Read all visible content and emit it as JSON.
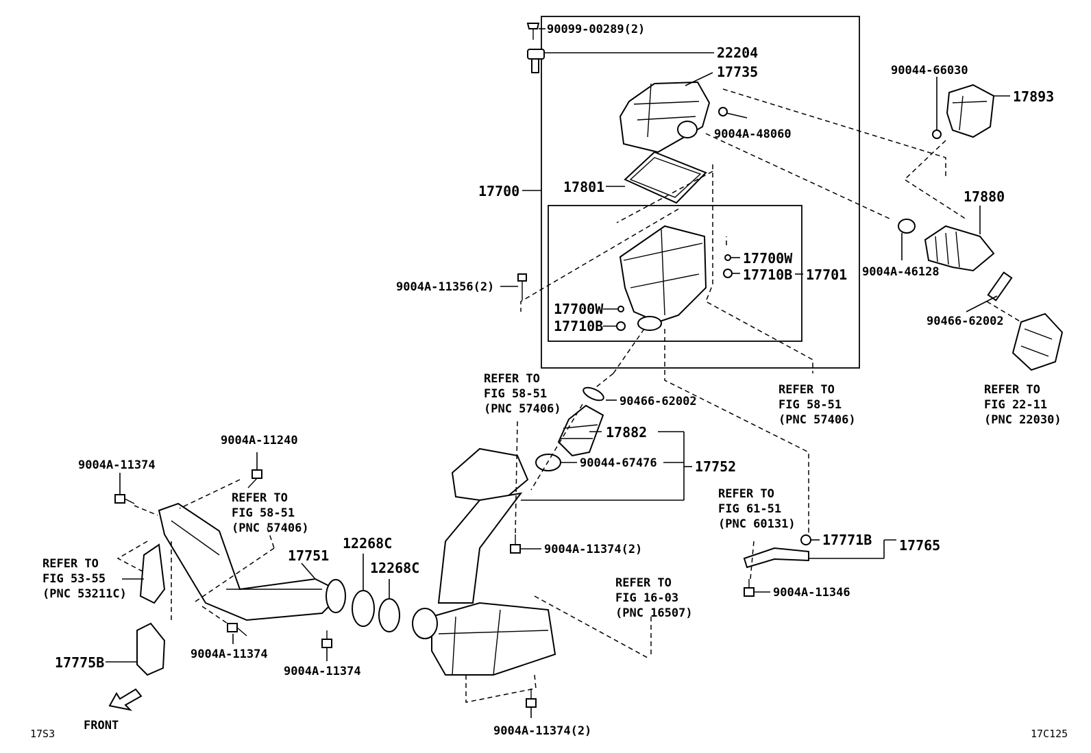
{
  "labels": {
    "p90099_00289": "90099-00289(2)",
    "p22204": "22204",
    "p17735": "17735",
    "p9004A_48060": "9004A-48060",
    "p17700": "17700",
    "p17801": "17801",
    "p17700W_a": "17700W",
    "p17710B_a": "17710B",
    "p17701": "17701",
    "p9004A_11356": "9004A-11356(2)",
    "p17700W_b": "17700W",
    "p17710B_b": "17710B",
    "p90044_66030": "90044-66030",
    "p17893": "17893",
    "p17880": "17880",
    "p9004A_46128": "9004A-46128",
    "p90466_62002_a": "90466-62002",
    "p90466_62002_b": "90466-62002",
    "p17882": "17882",
    "p90044_67476": "90044-67476",
    "p17752": "17752",
    "p9004A_11240": "9004A-11240",
    "p9004A_11374_a": "9004A-11374",
    "p17751": "17751",
    "p12268C_a": "12268C",
    "p12268C_b": "12268C",
    "p9004A_11374_2a": "9004A-11374(2)",
    "p17771B": "17771B",
    "p17765": "17765",
    "p9004A_11346": "9004A-11346",
    "p9004A_11374_b": "9004A-11374",
    "p9004A_11374_c": "9004A-11374",
    "p17775B": "17775B",
    "p9004A_11374_2b": "9004A-11374(2)"
  },
  "refs": {
    "r1": [
      "REFER TO",
      "FIG 58-51",
      "(PNC 57406)"
    ],
    "r2": [
      "REFER TO",
      "FIG 58-51",
      "(PNC 57406)"
    ],
    "r3": [
      "REFER TO",
      "FIG 22-11",
      "(PNC 22030)"
    ],
    "r4": [
      "REFER TO",
      "FIG 58-51",
      "(PNC 57406)"
    ],
    "r5": [
      "REFER TO",
      "FIG 61-51",
      "(PNC 60131)"
    ],
    "r6": [
      "REFER TO",
      "FIG 53-55",
      "(PNC 53211C)"
    ],
    "r7": [
      "REFER TO",
      "FIG 16-03",
      "(PNC 16507)"
    ]
  },
  "front_label": "FRONT",
  "corner_left": "17S3",
  "corner_right": "17C125"
}
